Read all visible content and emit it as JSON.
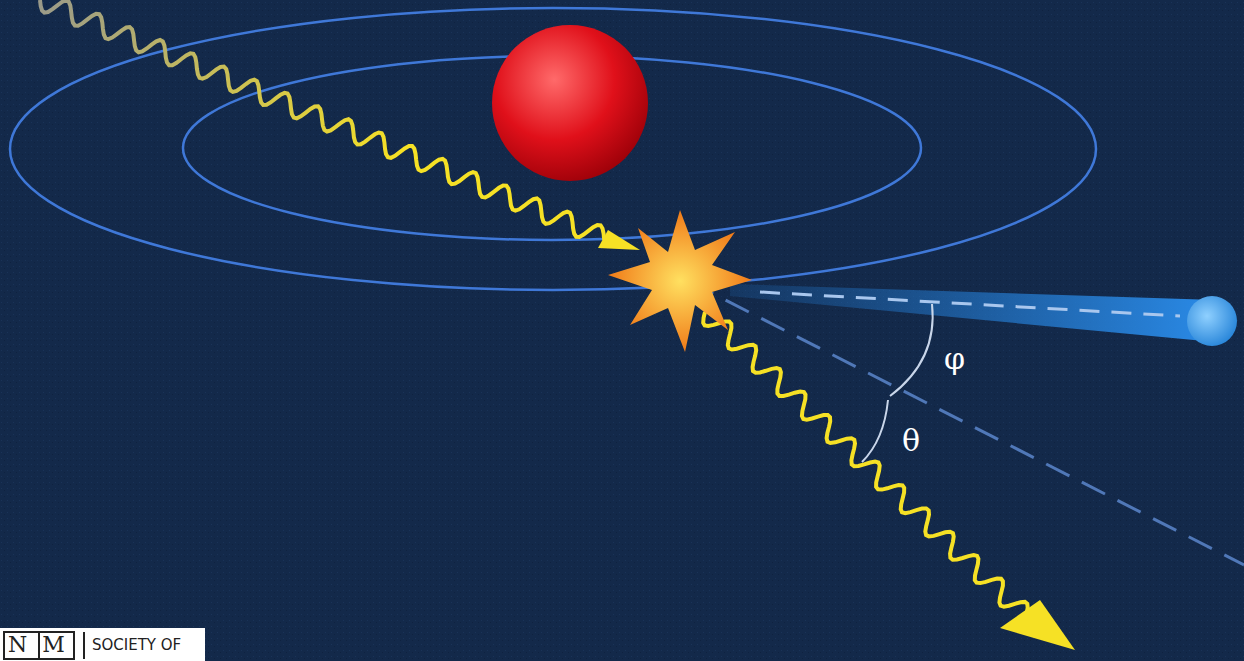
{
  "diagram": {
    "labels": [
      "φ",
      "θ",
      "NM",
      "SOCIETY OF"
    ]
  }
}
